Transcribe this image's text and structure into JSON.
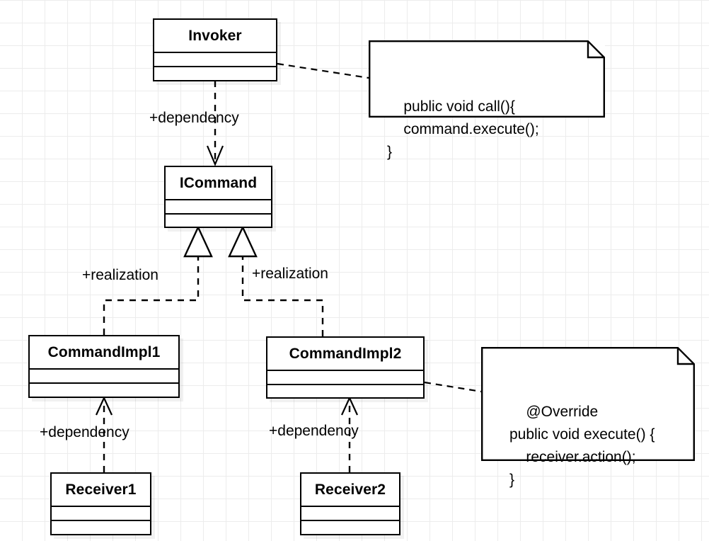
{
  "diagram": {
    "title": "Command Pattern UML Class Diagram",
    "background": "#ffffff",
    "grid_color": "#ececec",
    "line_color": "#000000",
    "classes": [
      {
        "id": "invoker",
        "name": "Invoker",
        "attributes": "",
        "operations": ""
      },
      {
        "id": "icommand",
        "name": "ICommand",
        "attributes": "",
        "operations": ""
      },
      {
        "id": "commandimpl1",
        "name": "CommandImpl1",
        "attributes": "",
        "operations": ""
      },
      {
        "id": "commandimpl2",
        "name": "CommandImpl2",
        "attributes": "",
        "operations": ""
      },
      {
        "id": "receiver1",
        "name": "Receiver1",
        "attributes": "",
        "operations": ""
      },
      {
        "id": "receiver2",
        "name": "Receiver2",
        "attributes": "",
        "operations": ""
      }
    ],
    "notes": [
      {
        "id": "note-call",
        "text": "public void call(){\n    command.execute();\n}",
        "attached_to": "invoker"
      },
      {
        "id": "note-execute",
        "text": "@Override\npublic void execute() {\n    receiver.action();\n}",
        "attached_to": "commandimpl2"
      }
    ],
    "edges": [
      {
        "id": "invoker-icommand",
        "label": "+dependency",
        "type": "dependency",
        "from": "invoker",
        "to": "icommand",
        "arrowhead": "open-arrow",
        "stroke": "dashed"
      },
      {
        "id": "commandimpl1-icommand",
        "label": "+realization",
        "type": "realization",
        "from": "commandimpl1",
        "to": "icommand",
        "arrowhead": "hollow-triangle",
        "stroke": "dashed"
      },
      {
        "id": "commandimpl2-icommand",
        "label": "+realization",
        "type": "realization",
        "from": "commandimpl2",
        "to": "icommand",
        "arrowhead": "hollow-triangle",
        "stroke": "dashed"
      },
      {
        "id": "receiver1-commandimpl1",
        "label": "+dependency",
        "type": "dependency",
        "from": "receiver1",
        "to": "commandimpl1",
        "arrowhead": "open-arrow",
        "stroke": "dashed"
      },
      {
        "id": "receiver2-commandimpl2",
        "label": "+dependency",
        "type": "dependency",
        "from": "receiver2",
        "to": "commandimpl2",
        "arrowhead": "open-arrow",
        "stroke": "dashed"
      },
      {
        "id": "invoker-note-call",
        "label": "",
        "type": "note-anchor",
        "from": "invoker",
        "to": "note-call",
        "arrowhead": "none",
        "stroke": "dashed"
      },
      {
        "id": "commandimpl2-note-execute",
        "label": "",
        "type": "note-anchor",
        "from": "commandimpl2",
        "to": "note-execute",
        "arrowhead": "none",
        "stroke": "dashed"
      }
    ]
  }
}
